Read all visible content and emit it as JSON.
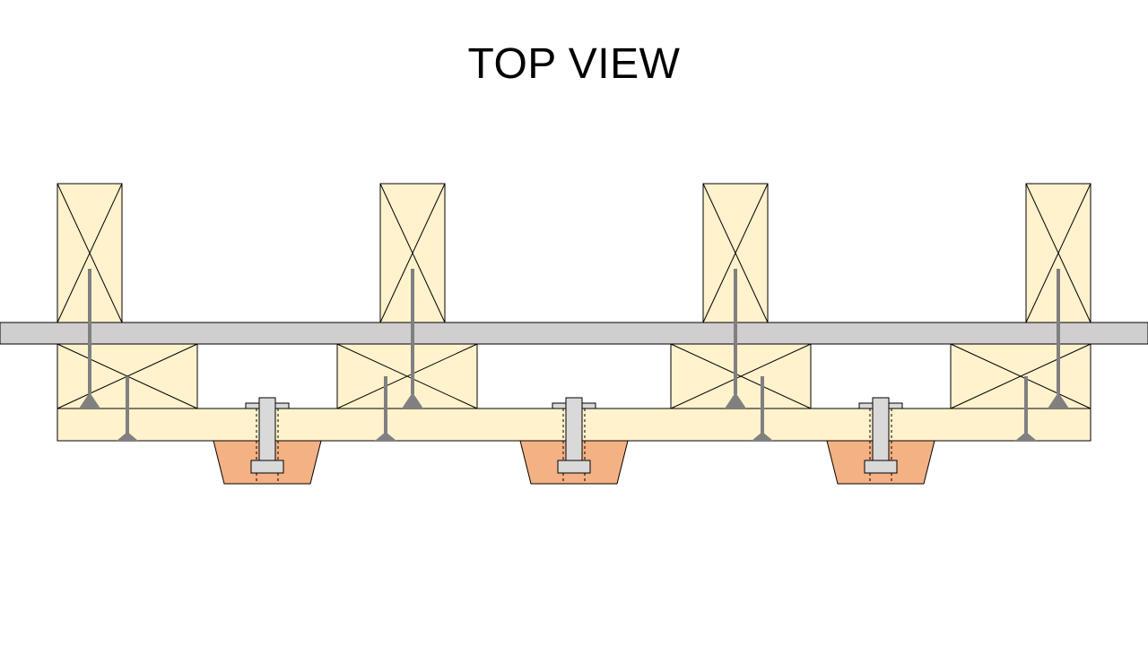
{
  "title": "TOP VIEW",
  "colors": {
    "lumber": "#fff2cc",
    "steel_plate": "#d0cece",
    "fastener": "#808080",
    "concrete_footing": "#f4b183",
    "bolt": "#d9d9d9",
    "outline": "#000000"
  },
  "components": {
    "posts": 4,
    "blocks": 4,
    "footings": 3,
    "bolts": 3,
    "long_fasteners": 4,
    "short_fasteners": 4
  },
  "icons": {
    "post": "crossed-rectangle",
    "block": "crossed-rectangle",
    "fastener_head": "triangle"
  }
}
